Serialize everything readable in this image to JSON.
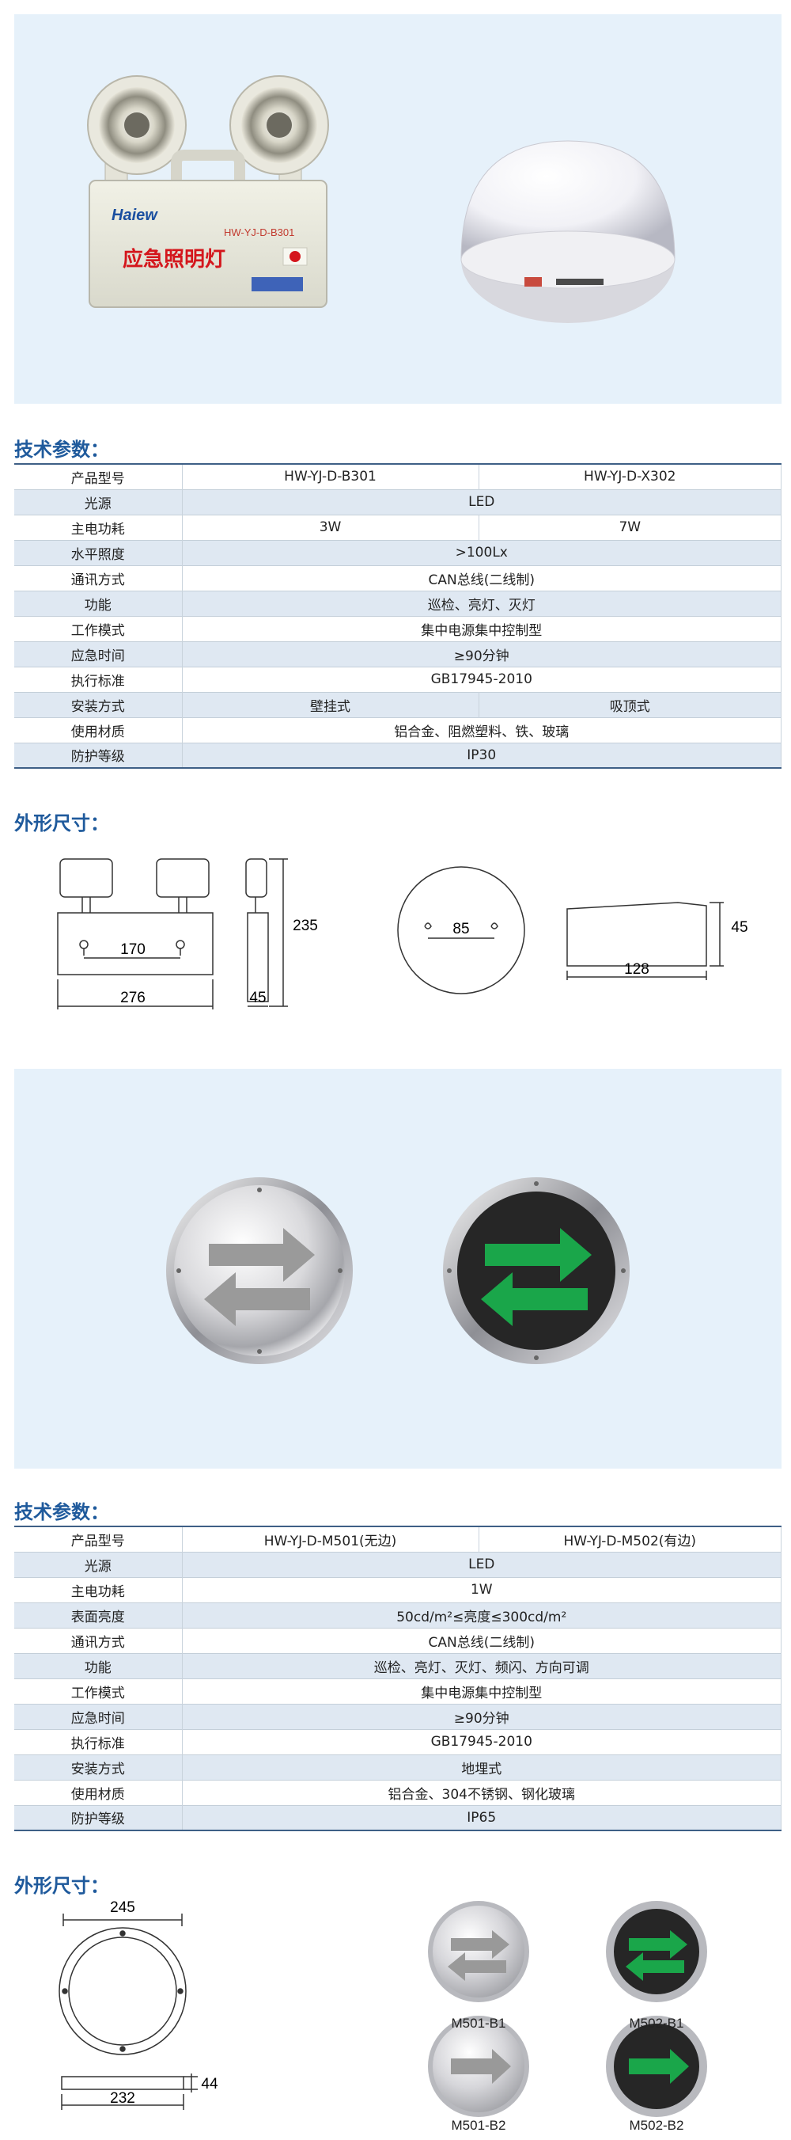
{
  "section1": {
    "product_text": {
      "brand": "Haiew",
      "model": "HW-YJ-D-B301",
      "name": "应急照明灯"
    },
    "spec_title": "技术参数：",
    "spec_rows": [
      {
        "label": "产品型号",
        "a": "HW-YJ-D-B301",
        "b": "HW-YJ-D-X302"
      },
      {
        "label": "光源",
        "v": "LED"
      },
      {
        "label": "主电功耗",
        "a": "3W",
        "b": "7W"
      },
      {
        "label": "水平照度",
        "v": ">100Lx"
      },
      {
        "label": "通讯方式",
        "v": "CAN总线(二线制)"
      },
      {
        "label": "功能",
        "v": "巡检、亮灯、灭灯"
      },
      {
        "label": "工作模式",
        "v": "集中电源集中控制型"
      },
      {
        "label": "应急时间",
        "v": "≥90分钟"
      },
      {
        "label": "执行标准",
        "v": "GB17945-2010"
      },
      {
        "label": "安装方式",
        "a": "壁挂式",
        "b": "吸顶式"
      },
      {
        "label": "使用材质",
        "v": "铝合金、阻燃塑料、铁、玻璃"
      },
      {
        "label": "防护等级",
        "v": "IP30"
      }
    ],
    "dim_title": "外形尺寸：",
    "dims": {
      "d170": "170",
      "d276": "276",
      "d45": "45",
      "d235": "235",
      "d85": "85",
      "d128": "128",
      "d45b": "45"
    }
  },
  "section2": {
    "spec_title": "技术参数：",
    "spec_rows": [
      {
        "label": "产品型号",
        "a": "HW-YJ-D-M501(无边)",
        "b": "HW-YJ-D-M502(有边)"
      },
      {
        "label": "光源",
        "v": "LED"
      },
      {
        "label": "主电功耗",
        "v": "1W"
      },
      {
        "label": "表面亮度",
        "v": "50cd/m²≤亮度≤300cd/m²"
      },
      {
        "label": "通讯方式",
        "v": "CAN总线(二线制)"
      },
      {
        "label": "功能",
        "v": "巡检、亮灯、灭灯、频闪、方向可调"
      },
      {
        "label": "工作模式",
        "v": "集中电源集中控制型"
      },
      {
        "label": "应急时间",
        "v": "≥90分钟"
      },
      {
        "label": "执行标准",
        "v": "GB17945-2010"
      },
      {
        "label": "安装方式",
        "v": "地埋式"
      },
      {
        "label": "使用材质",
        "v": "铝合金、304不锈钢、钢化玻璃"
      },
      {
        "label": "防护等级",
        "v": "IP65"
      }
    ],
    "dim_title": "外形尺寸：",
    "dims": {
      "d245": "245",
      "d232": "232",
      "d44": "44"
    },
    "variants": [
      "M501-B1",
      "M502-B1",
      "M501-B2",
      "M502-B2"
    ]
  },
  "colors": {
    "title": "#1f5a9c",
    "panel": "#e6f1fa",
    "arrow_green": "#1aa64a",
    "arrow_gray": "#9a9a9a"
  }
}
